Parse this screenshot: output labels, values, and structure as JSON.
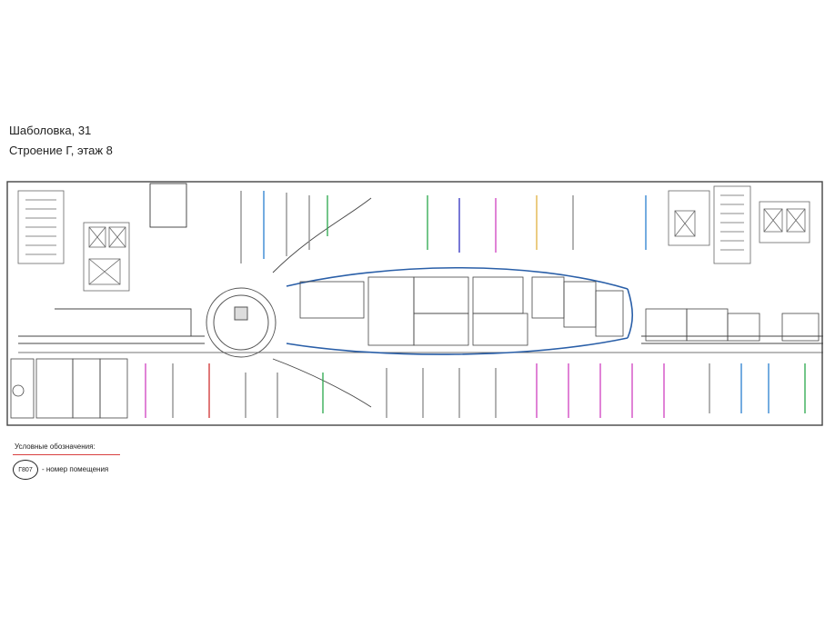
{
  "header": {
    "address": "Шаболовка, 31",
    "building": "Строение Г, этаж 8"
  },
  "legend": {
    "title": "Условные обозначения:",
    "symbol": "Г807",
    "description": "-  номер помещения"
  },
  "colors": {
    "walls": "#444444",
    "corridor_outline": "#2a5fa8",
    "legend_rule": "#d84040",
    "desk_palette": [
      "#2a7fd0",
      "#2aa84a",
      "#d040c0",
      "#e0b040",
      "#3030c0",
      "#d03030",
      "#888888"
    ]
  }
}
